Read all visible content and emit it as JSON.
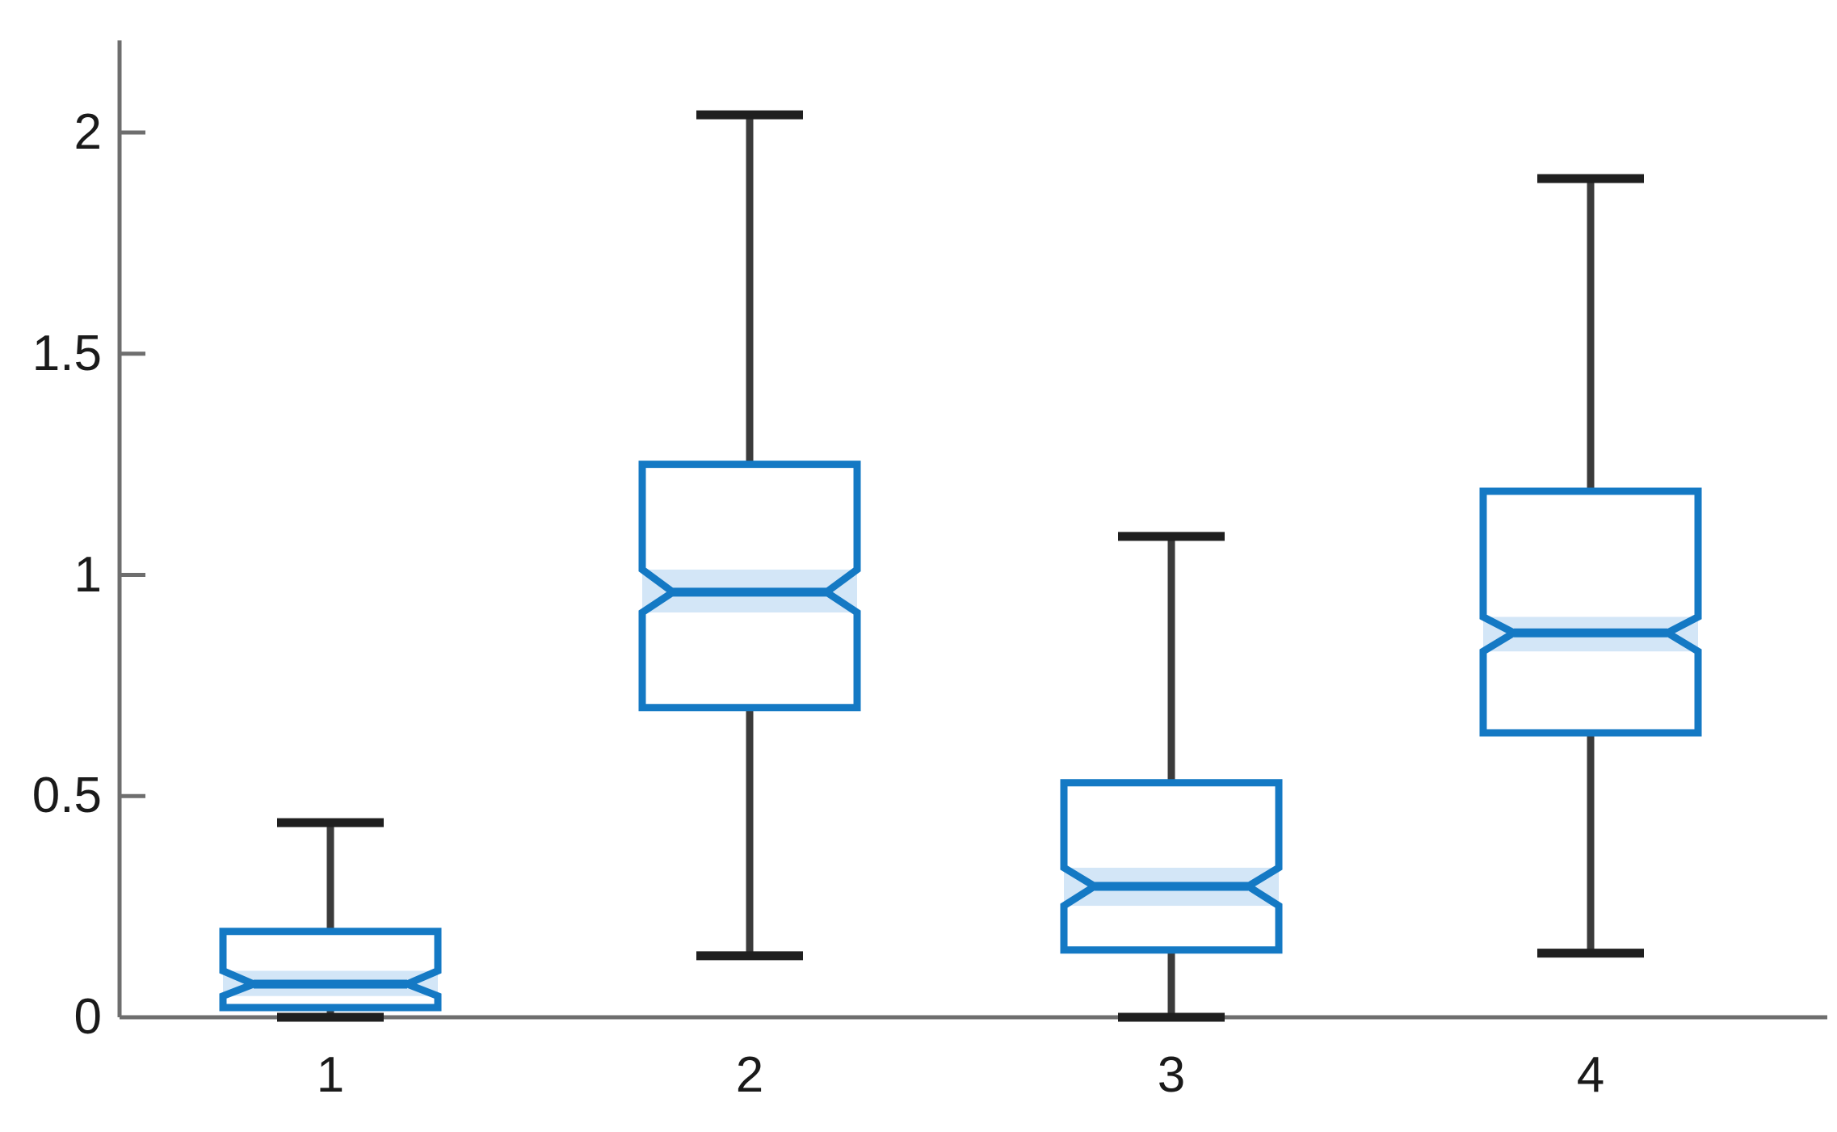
{
  "chart_data": {
    "type": "box",
    "title": "",
    "subtitle": "",
    "xlabel": "",
    "ylabel": "",
    "categories": [
      "1",
      "2",
      "3",
      "4"
    ],
    "xtick_labels": [
      "1",
      "2",
      "3",
      "4"
    ],
    "ytick_labels": [
      "0",
      "0.5",
      "1",
      "1.5",
      "2"
    ],
    "ytick_values": [
      0,
      0.5,
      1,
      1.5,
      2
    ],
    "ylim": [
      0,
      2.14
    ],
    "xlim": [
      0.5,
      4.5
    ],
    "grid": false,
    "legend": null,
    "notched": true,
    "outliers_shown": false,
    "colors": {
      "box_edge": "#1479c4",
      "box_face": "#ffffff",
      "notch_fill": "#d3e6f7",
      "median_line": "#1479c4",
      "whisker": "#3b3b3b",
      "cap": "#1f1f1f",
      "axis": "#6e6e6e",
      "tick_label": "#1a1a1a"
    },
    "boxes": [
      {
        "label": "1",
        "position": 1,
        "whisker_low": 0.0,
        "q1": 0.022,
        "median": 0.075,
        "q3": 0.194,
        "whisker_high": 0.44,
        "notch_low": 0.048,
        "notch_high": 0.105
      },
      {
        "label": "2",
        "position": 2,
        "whisker_low": 0.139,
        "q1": 0.7,
        "median": 0.961,
        "q3": 1.25,
        "whisker_high": 2.04,
        "notch_low": 0.915,
        "notch_high": 1.012
      },
      {
        "label": "3",
        "position": 3,
        "whisker_low": 0.0,
        "q1": 0.152,
        "median": 0.296,
        "q3": 0.53,
        "whisker_high": 1.087,
        "notch_low": 0.252,
        "notch_high": 0.338
      },
      {
        "label": "4",
        "position": 4,
        "whisker_low": 0.145,
        "q1": 0.643,
        "median": 0.869,
        "q3": 1.189,
        "whisker_high": 1.896,
        "notch_low": 0.827,
        "notch_high": 0.905
      }
    ]
  }
}
